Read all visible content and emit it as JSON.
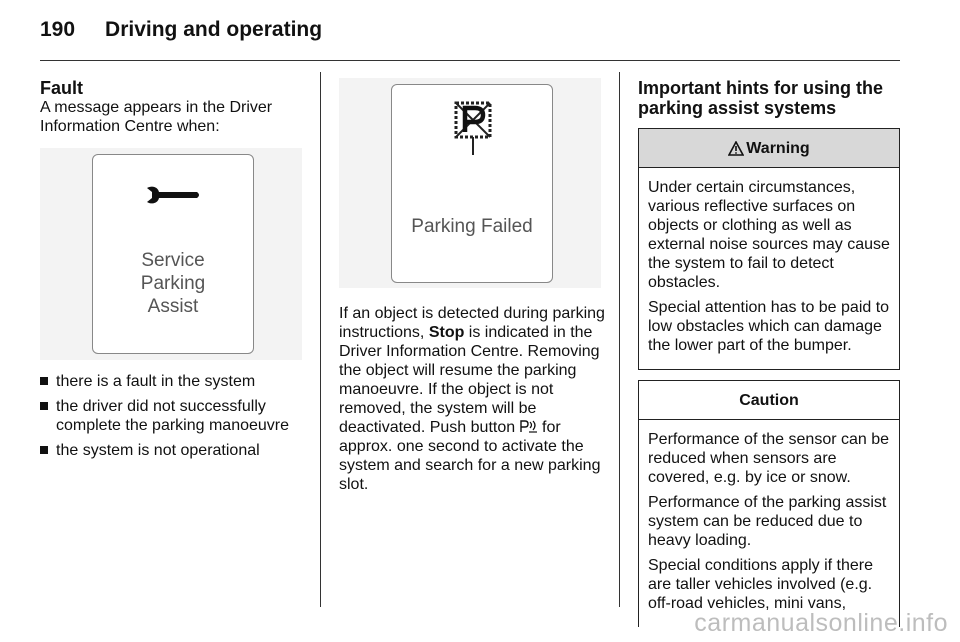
{
  "header": {
    "page_number": "190",
    "chapter_title": "Driving and operating"
  },
  "col1": {
    "section_title": "Fault",
    "intro": "A message appears in the Driver Information Centre when:",
    "figure_text": [
      "Service",
      "Parking",
      "Assist"
    ],
    "bullets": [
      "there is a fault in the system",
      "the driver did not successfully complete the parking manoeuvre",
      "the system is not operational"
    ]
  },
  "col2": {
    "figure_text": "Parking Failed",
    "para_part1": "If an object is detected during parking instructions, ",
    "para_bold": "Stop",
    "para_part2": " is indicated in the Driver Information Centre. Removing the object will resume the parking manoeuvre. If the object is not removed, the system will be deactivated. Push button ",
    "para_part3": " for approx. one second to activate the system and search for a new parking slot."
  },
  "col3": {
    "section_title": "Important hints for using the parking assist systems",
    "warning": {
      "title": "Warning",
      "paragraphs": [
        "Under certain circumstances, various reflective surfaces on objects or clothing as well as external noise sources may cause the system to fail to detect obstacles.",
        "Special attention has to be paid to low obstacles which can damage the lower part of the bumper."
      ]
    },
    "caution": {
      "title": "Caution",
      "paragraphs": [
        "Performance of the sensor can be reduced when sensors are covered, e.g. by ice or snow.",
        "Performance of the parking assist system can be reduced due to heavy loading.",
        "Special conditions apply if there are taller vehicles involved (e.g. off-road vehicles, mini vans,"
      ]
    }
  },
  "watermark": "carmanualsonline.info",
  "icons": {
    "service": "wrench-icon",
    "parking": "crossed-parking-icon",
    "button": "parking-assist-button-icon",
    "warning": "warning-triangle-icon"
  }
}
